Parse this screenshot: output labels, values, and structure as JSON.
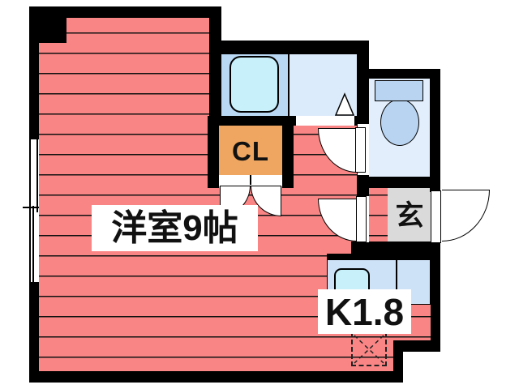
{
  "floorplan": {
    "rooms": {
      "main_room": {
        "label": "洋室9帖",
        "type": "western-room-9-mats"
      },
      "closet": {
        "label": "CL",
        "type": "closet"
      },
      "entrance": {
        "label": "玄",
        "type": "genkan-entrance"
      },
      "kitchen": {
        "label": "K1.8",
        "type": "kitchen-1.8-mats"
      },
      "bath": {
        "label": "",
        "type": "bathroom-with-tub"
      },
      "washroom": {
        "label": "",
        "type": "washroom"
      },
      "toilet": {
        "label": "",
        "type": "toilet-room"
      }
    },
    "fixtures": [
      "bathtub",
      "toilet",
      "kitchen-sink",
      "refrigerator-space-dashed",
      "sliding-window",
      "entry-door-swing",
      "closet-double-door-swing",
      "toilet-door-swing",
      "hall-door-swing",
      "washroom-door-triangle"
    ],
    "colors": {
      "floor_salmon": "#fa8585",
      "stripe": "#111111",
      "wall": "#000000",
      "closet_orange": "#efa660",
      "entrance_gray": "#dadada",
      "bath_blue": "#b9d8f3",
      "washroom_blue": "#dcebfb",
      "toilet_blue": "#e2eefb",
      "fixture_blue": "#b9d4f1",
      "tub_cyan": "#c7f0fa",
      "counter_blue": "#cde2f7",
      "label_bg": "#ffffff"
    }
  }
}
